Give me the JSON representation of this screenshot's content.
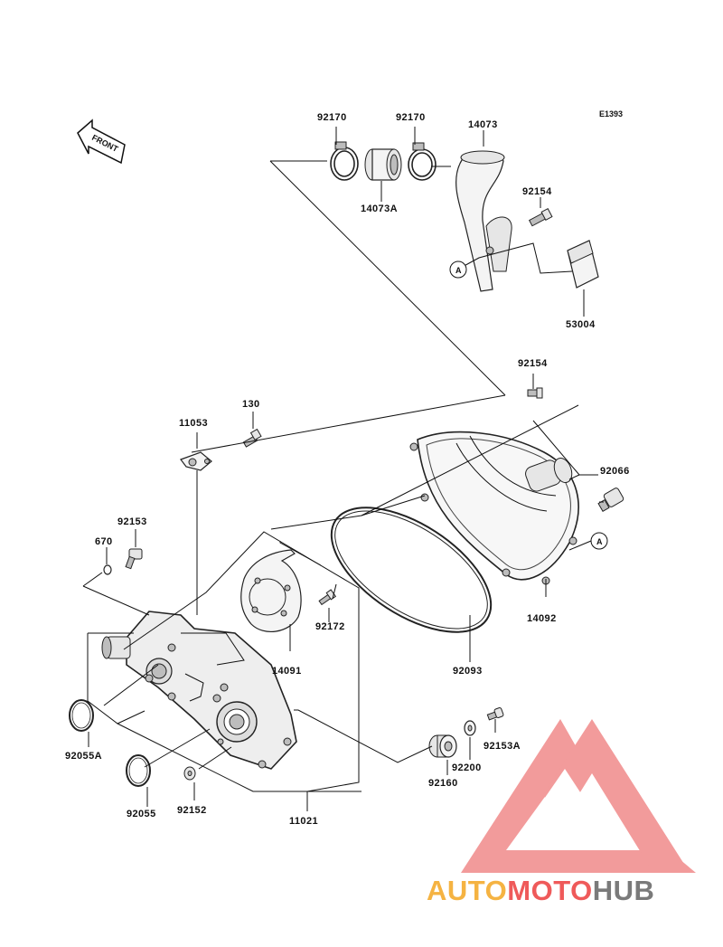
{
  "diagram_code": "E1393",
  "front_arrow_label": "FRONT",
  "callouts": {
    "92170_left": "92170",
    "92170_right": "92170",
    "14073": "14073",
    "14073A": "14073A",
    "92154_top": "92154",
    "53004": "53004",
    "A_top": "A",
    "92154_mid": "92154",
    "130": "130",
    "11053": "11053",
    "92066": "92066",
    "A_right": "A",
    "92153": "92153",
    "670": "670",
    "14092": "14092",
    "92172": "92172",
    "14091": "14091",
    "92093": "92093",
    "92055A": "92055A",
    "92153A": "92153A",
    "92200": "92200",
    "92160": "92160",
    "92055": "92055",
    "92152": "92152",
    "11021": "11021"
  },
  "watermark": {
    "part1": "AUTO",
    "part2": "MOTO",
    "part3": "HUB",
    "colors": {
      "auto": "#f5b342",
      "moto": "#ef5a5a",
      "hub": "#7a7a7a",
      "logo": "#f08a8a"
    }
  }
}
